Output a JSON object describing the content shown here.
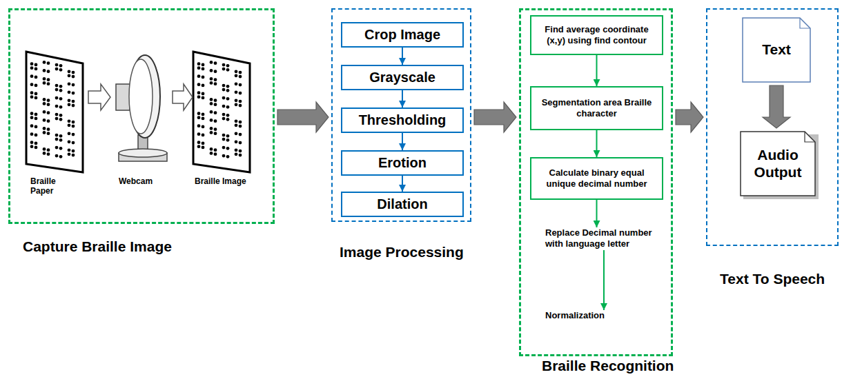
{
  "diagram": {
    "nodes": [
      {
        "text": [
          "Capture Braille Image"
        ]
      },
      {
        "text": [
          "Image Processing"
        ]
      },
      {
        "text": [
          "Crop Image"
        ],
        "in": 1
      },
      {
        "text": [
          "Grayscale"
        ],
        "in": 1
      },
      {
        "text": [
          "Thresholding"
        ],
        "in": 1
      },
      {
        "text": [
          "Erotion"
        ],
        "in": 1
      },
      {
        "text": [
          "Dilation"
        ],
        "in": 1
      },
      {
        "text": [
          "Braille Recognition"
        ]
      },
      {
        "text": [
          "Find average coordinate (x,y) using find contour"
        ],
        "in": 7
      },
      {
        "text": [
          "Segmentation area Braille character"
        ],
        "in": 7
      },
      {
        "text": [
          "Calculate binary equal unique decimal number"
        ],
        "in": 7
      },
      {
        "text": [
          "Replace Decimal number with language letter"
        ],
        "in": 7
      },
      {
        "text": [
          "Normalization"
        ],
        "in": 7
      },
      {
        "text": [
          "Text To Speech"
        ]
      },
      {
        "text": [
          "Text"
        ],
        "in": 13
      },
      {
        "text": [
          "Audio Output"
        ],
        "in": 13
      }
    ],
    "edges": [
      {
        "from": 0,
        "to": 1,
        "arrow": "to"
      },
      {
        "from": 1,
        "to": 7,
        "arrow": "to"
      },
      {
        "from": 7,
        "to": 13,
        "arrow": "to"
      },
      {
        "from": 2,
        "to": 3,
        "arrow": "to"
      },
      {
        "from": 3,
        "to": 4,
        "arrow": "to"
      },
      {
        "from": 4,
        "to": 5,
        "arrow": "to"
      },
      {
        "from": 5,
        "to": 6,
        "arrow": "to"
      },
      {
        "from": 8,
        "to": 9,
        "arrow": "to"
      },
      {
        "from": 9,
        "to": 10,
        "arrow": "to"
      },
      {
        "from": 10,
        "to": 11,
        "arrow": "to"
      },
      {
        "from": 11,
        "to": 12,
        "arrow": "to"
      },
      {
        "from": 14,
        "to": 15,
        "arrow": "to"
      }
    ],
    "labels": [
      "Braille Paper",
      "Webcam",
      "Braille Image"
    ]
  }
}
